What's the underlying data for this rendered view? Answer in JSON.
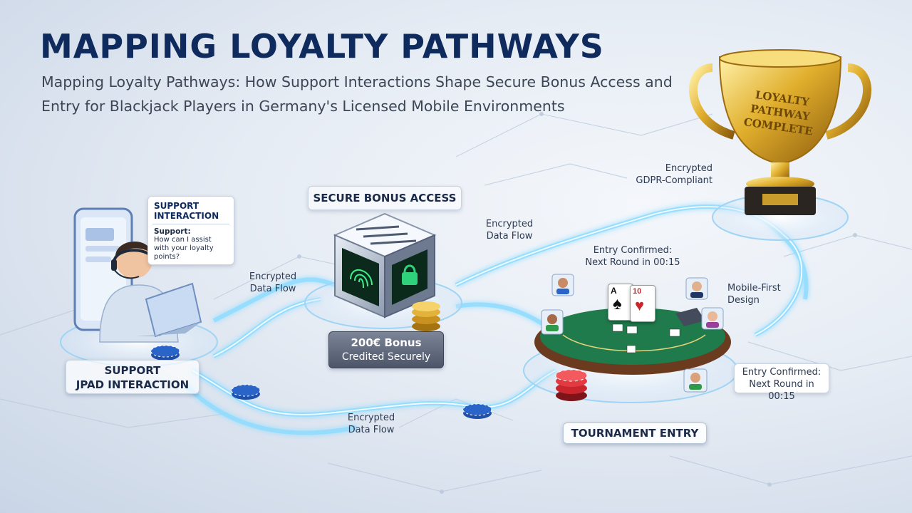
{
  "header": {
    "title": "MAPPING LOYALTY PATHWAYS",
    "subtitle": "Mapping Loyalty Pathways: How Support Interactions Shape Secure Bonus Access and Entry for Blackjack Players in Germany's Licensed Mobile Environments"
  },
  "support": {
    "bubble_title": "SUPPORT INTERACTION",
    "bubble_speaker": "Support:",
    "bubble_message": "How can I assist with your loyalty points?",
    "caption_line1": "SUPPORT",
    "caption_line2": "JPAD INTERACTION"
  },
  "bonus": {
    "header": "SECURE BONUS ACCESS",
    "amount": "200€ Bonus",
    "status": "Credited Securely"
  },
  "tournament": {
    "caption": "TOURNAMENT ENTRY",
    "entry_confirmed_top": "Entry Confirmed:\nNext Round in 00:15",
    "entry_confirmed_side": "Entry Confirmed:\nNext Round in 00:15",
    "mobile_first": "Mobile-First\nDesign",
    "card_left": "A",
    "card_right": "10"
  },
  "trophy": {
    "engraving_line1": "LOYALTY",
    "engraving_line2": "PATHWAY",
    "engraving_line3": "COMPLETE"
  },
  "flow_labels": {
    "left": "Encrypted\nData Flow",
    "middle_top": "Encrypted\nData Flow",
    "bottom": "Encrypted\nData Flow",
    "gdpr": "Encrypted\nGDPR-Compliant"
  },
  "colors": {
    "navy": "#0f2a5c",
    "flow_glow": "#7fd3ff",
    "table_felt": "#1f7a4c",
    "gold": "#d9a520",
    "chip_red": "#c8262c",
    "chip_blue": "#2a64c9"
  }
}
